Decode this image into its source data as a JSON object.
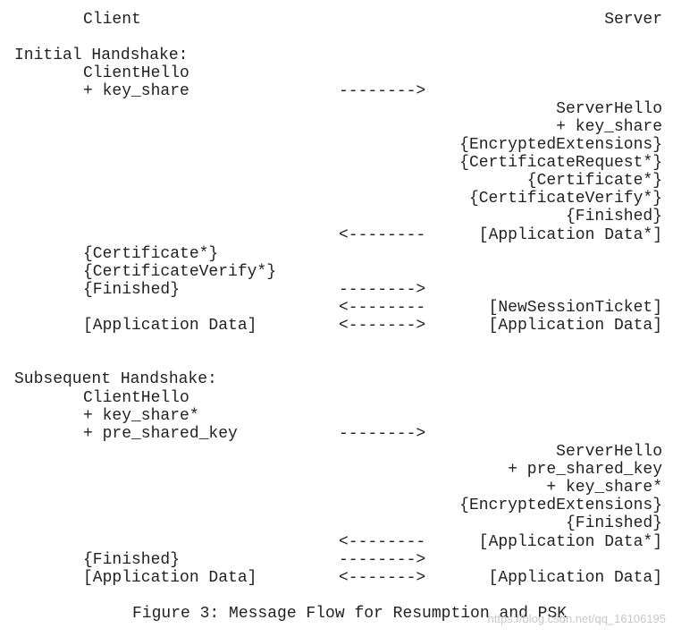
{
  "header": {
    "client": "Client",
    "server": "Server"
  },
  "initial": {
    "heading": "Initial Handshake:",
    "client_hello": "ClientHello",
    "key_share": "+ key_share",
    "arrow_right_1": "-------->",
    "server_hello": "ServerHello",
    "server_key_share": "+ key_share",
    "encrypted_extensions": "{EncryptedExtensions}",
    "certificate_request": "{CertificateRequest*}",
    "server_certificate": "{Certificate*}",
    "server_certificate_verify": "{CertificateVerify*}",
    "server_finished": "{Finished}",
    "arrow_left_1": "<--------",
    "server_app_data": "[Application Data*]",
    "client_certificate": "{Certificate*}",
    "client_certificate_verify": "{CertificateVerify*}",
    "client_finished": "{Finished}",
    "arrow_right_2": "-------->",
    "arrow_left_2": "<--------",
    "new_session_ticket": "[NewSessionTicket]",
    "client_app_data": "[Application Data]",
    "arrow_both": "<------->",
    "server_app_data_2": "[Application Data]"
  },
  "subsequent": {
    "heading": "Subsequent Handshake:",
    "client_hello": "ClientHello",
    "key_share": "+ key_share*",
    "pre_shared_key": "+ pre_shared_key",
    "arrow_right_1": "-------->",
    "server_hello": "ServerHello",
    "server_pre_shared_key": "+ pre_shared_key",
    "server_key_share": "+ key_share*",
    "encrypted_extensions": "{EncryptedExtensions}",
    "server_finished": "{Finished}",
    "arrow_left_1": "<--------",
    "server_app_data": "[Application Data*]",
    "client_finished": "{Finished}",
    "arrow_right_2": "-------->",
    "client_app_data": "[Application Data]",
    "arrow_both": "<------->",
    "server_app_data_2": "[Application Data]"
  },
  "caption": "Figure 3: Message Flow for Resumption and PSK",
  "watermark": "https://blog.csdn.net/qq_16106195"
}
